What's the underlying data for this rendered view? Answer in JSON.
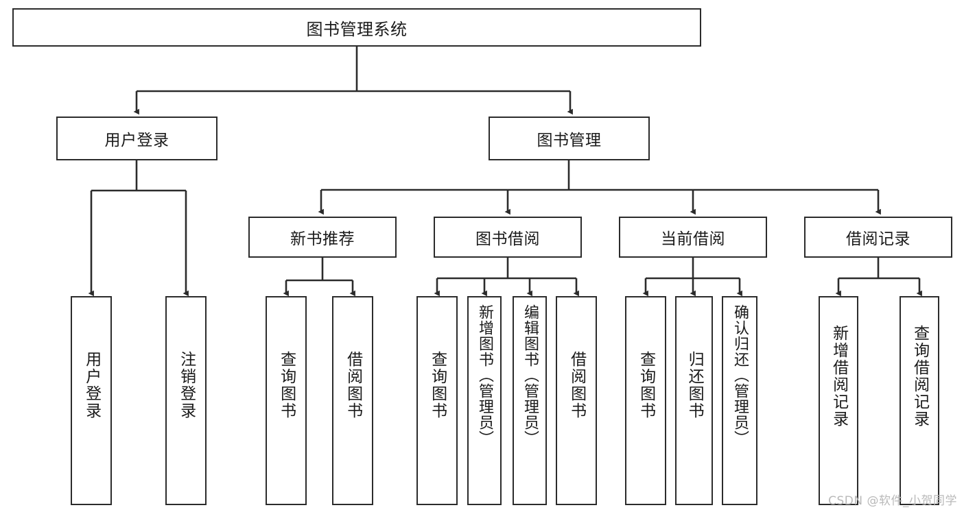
{
  "diagram": {
    "type": "tree-hierarchy-chart",
    "title": "图书管理系统",
    "watermark": "CSDN @软件_小贺同学",
    "stroke_color": "#2b2b2b",
    "fill_color": "#ffffff",
    "text_color": "#1a1a1a",
    "watermark_color": "#b9b9b9",
    "levels": [
      {
        "level": 1,
        "nodes": [
          {
            "id": "root",
            "label": "图书管理系统",
            "orientation": "horizontal"
          }
        ]
      },
      {
        "level": 2,
        "nodes": [
          {
            "id": "user-login",
            "label": "用户登录",
            "orientation": "horizontal",
            "parent": "root"
          },
          {
            "id": "book-manage",
            "label": "图书管理",
            "orientation": "horizontal",
            "parent": "root"
          }
        ]
      },
      {
        "level": 3,
        "nodes": [
          {
            "id": "new-book-recommend",
            "label": "新书推荐",
            "orientation": "horizontal",
            "parent": "book-manage"
          },
          {
            "id": "book-borrow",
            "label": "图书借阅",
            "orientation": "horizontal",
            "parent": "book-manage"
          },
          {
            "id": "current-borrow",
            "label": "当前借阅",
            "orientation": "horizontal",
            "parent": "book-manage"
          },
          {
            "id": "borrow-record",
            "label": "借阅记录",
            "orientation": "horizontal",
            "parent": "book-manage"
          }
        ]
      },
      {
        "level": 4,
        "nodes": [
          {
            "id": "leaf-user-login",
            "label": "用户登录",
            "orientation": "vertical",
            "parent": "user-login"
          },
          {
            "id": "leaf-logout",
            "label": "注销登录",
            "orientation": "vertical",
            "parent": "user-login"
          },
          {
            "id": "leaf-query-book-1",
            "label": "查询图书",
            "orientation": "vertical",
            "parent": "new-book-recommend"
          },
          {
            "id": "leaf-borrow-book-1",
            "label": "借阅图书",
            "orientation": "vertical",
            "parent": "new-book-recommend"
          },
          {
            "id": "leaf-query-book-2",
            "label": "查询图书",
            "orientation": "vertical",
            "parent": "book-borrow"
          },
          {
            "id": "leaf-add-book",
            "label": "新增图书（管理员）",
            "orientation": "vertical",
            "parent": "book-borrow"
          },
          {
            "id": "leaf-edit-book",
            "label": "编辑图书（管理员）",
            "orientation": "vertical",
            "parent": "book-borrow"
          },
          {
            "id": "leaf-borrow-book-2",
            "label": "借阅图书",
            "orientation": "vertical",
            "parent": "book-borrow"
          },
          {
            "id": "leaf-query-book-3",
            "label": "查询图书",
            "orientation": "vertical",
            "parent": "current-borrow"
          },
          {
            "id": "leaf-return-book",
            "label": "归还图书",
            "orientation": "vertical",
            "parent": "current-borrow"
          },
          {
            "id": "leaf-confirm-return",
            "label": "确认归还（管理员）",
            "orientation": "vertical",
            "parent": "current-borrow"
          },
          {
            "id": "leaf-add-record",
            "label": "新增借阅记录",
            "orientation": "vertical",
            "parent": "borrow-record"
          },
          {
            "id": "leaf-query-record",
            "label": "查询借阅记录",
            "orientation": "vertical",
            "parent": "borrow-record"
          }
        ]
      }
    ]
  }
}
